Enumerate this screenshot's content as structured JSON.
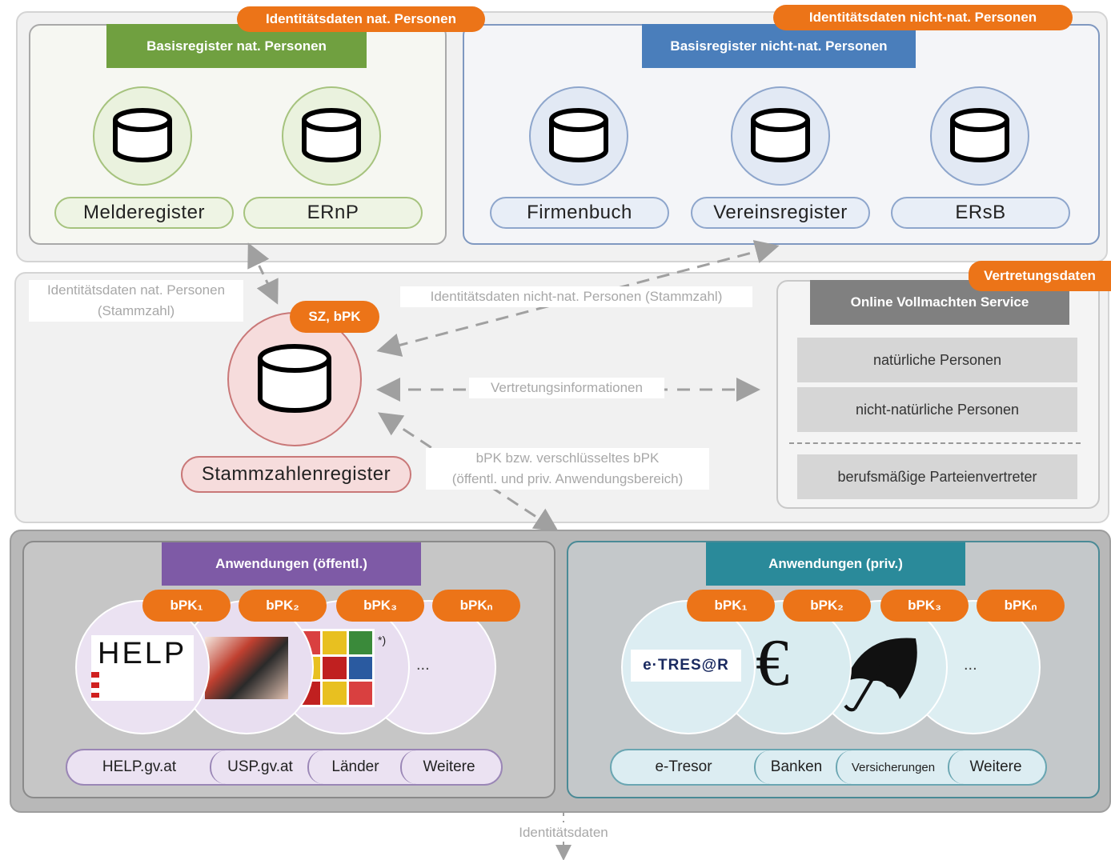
{
  "tags": {
    "nat_identity": "Identitätsdaten nat. Personen",
    "nonnat_identity": "Identitätsdaten nicht-nat. Personen",
    "representation": "Vertretungsdaten",
    "sz_bpk": "SZ, bPK"
  },
  "registers": {
    "nat_header": "Basisregister nat. Personen",
    "nonnat_header": "Basisregister nicht-nat. Personen",
    "nat_items": [
      "Melderegister",
      "ERnP"
    ],
    "nonnat_items": [
      "Firmenbuch",
      "Vereinsregister",
      "ERsB"
    ]
  },
  "central": {
    "register_label": "Stammzahlenregister",
    "flow_nat_line1": "Identitätsdaten nat. Personen",
    "flow_nat_line2": "(Stammzahl)",
    "flow_nonnat": "Identitätsdaten nicht-nat. Personen (Stammzahl)",
    "flow_representation": "Vertretungsinformationen",
    "flow_bpk_line1": "bPK bzw. verschlüsseltes bPK",
    "flow_bpk_line2": "(öffentl. und priv. Anwendungsbereich)"
  },
  "ovs": {
    "header": "Online Vollmachten Service",
    "rows": [
      "natürliche Personen",
      "nicht-natürliche Personen",
      "berufsmäßige Parteienvertreter"
    ]
  },
  "apps_public": {
    "header": "Anwendungen (öffentl.)",
    "bpk_labels": [
      "bPK₁",
      "bPK₂",
      "bPK₃",
      "bPKₙ"
    ],
    "help_logo": "HELP",
    "more": "...",
    "footnote": "*)",
    "labels": [
      "HELP.gv.at",
      "USP.gv.at",
      "Länder",
      "Weitere"
    ]
  },
  "apps_private": {
    "header": "Anwendungen (priv.)",
    "bpk_labels": [
      "bPK₁",
      "bPK₂",
      "bPK₃",
      "bPKₙ"
    ],
    "etresor_logo": "e·TRES@R",
    "euro_symbol": "€",
    "more": "...",
    "labels": [
      "e-Tresor",
      "Banken",
      "Versicherungen",
      "Weitere"
    ]
  },
  "bottom_flow": "Identitätsdaten",
  "colors": {
    "orange": "#ec7418",
    "green_header": "#70a040",
    "blue_header": "#4a7ebb",
    "purple_header": "#7e5aa6",
    "teal_header": "#2a8a9a",
    "ovs_header": "#808080"
  }
}
